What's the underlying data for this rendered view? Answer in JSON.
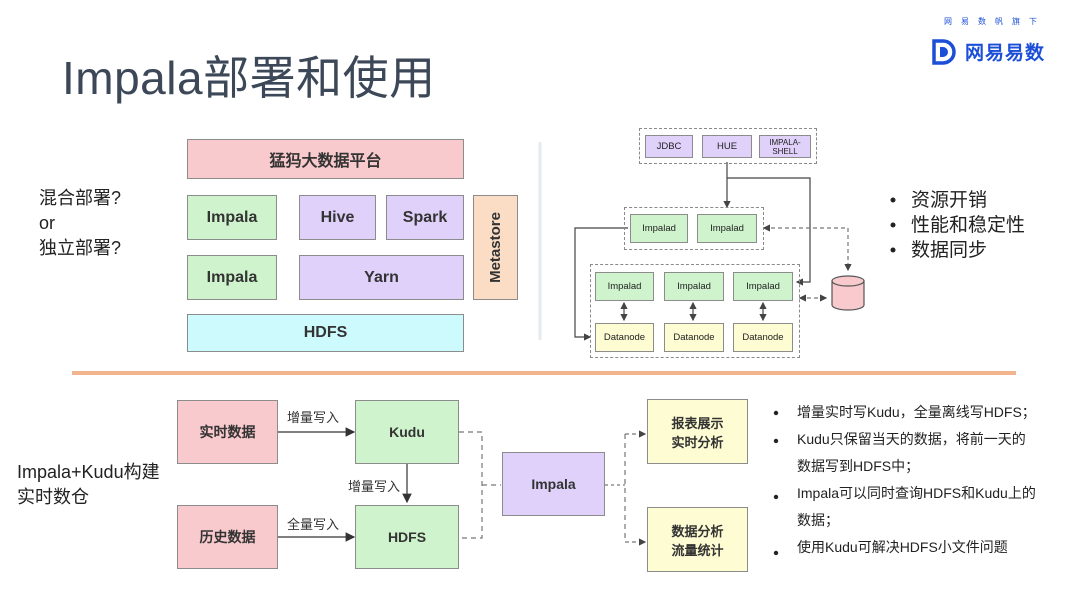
{
  "title": "Impala部署和使用",
  "brand": {
    "top": "网易数帆旗下",
    "name": "网易易数"
  },
  "colors": {
    "divider": "#f2b48d",
    "brand": "#1c4fd8"
  },
  "left_diagram": {
    "question": [
      "混合部署?",
      "or",
      "独立部署?"
    ],
    "platform": "猛犸大数据平台",
    "impala1": "Impala",
    "hive": "Hive",
    "spark": "Spark",
    "impala2": "Impala",
    "yarn": "Yarn",
    "hdfs": "HDFS",
    "metastore": "Metastore"
  },
  "right_diagram": {
    "clients": [
      "JDBC",
      "HUE",
      "IMPALA-\nSHELL"
    ],
    "coord": [
      "Impalad",
      "Impalad"
    ],
    "workers": [
      "Impalad",
      "Impalad",
      "Impalad"
    ],
    "datanodes": [
      "Datanode",
      "Datanode",
      "Datanode"
    ],
    "bullets": [
      "资源开销",
      "性能和稳定性",
      "数据同步"
    ]
  },
  "bottom_diagram": {
    "caption": [
      "Impala+Kudu构建",
      "实时数仓"
    ],
    "realtime": "实时数据",
    "history": "历史数据",
    "kudu": "Kudu",
    "hdfs": "HDFS",
    "impala": "Impala",
    "report": [
      "报表展示",
      "实时分析"
    ],
    "analysis": [
      "数据分析",
      "流量统计"
    ],
    "arrow_inc": "增量写入",
    "arrow_inc2": "增量写入",
    "arrow_full": "全量写入",
    "notes": [
      "增量实时写Kudu，全量离线写HDFS；",
      "Kudu只保留当天的数据，将前一天的",
      "数据写到HDFS中；",
      "Impala可以同时查询HDFS和Kudu上的",
      "数据；",
      "使用Kudu可解决HDFS小文件问题"
    ]
  }
}
